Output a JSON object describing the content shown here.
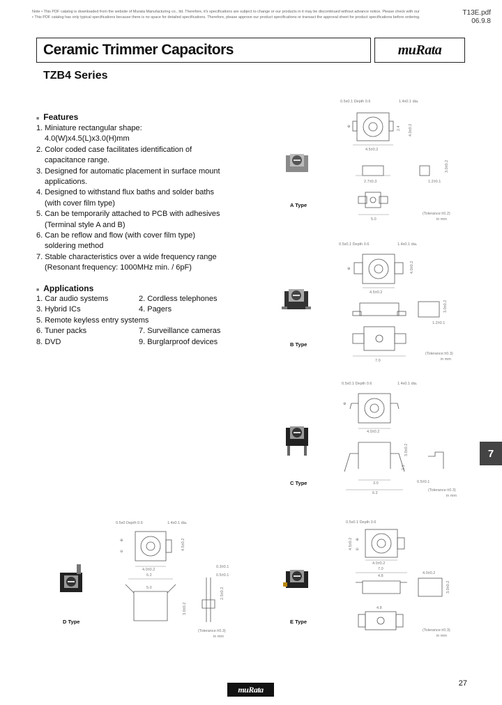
{
  "header": {
    "note_1": "Note • This PDF catalog is downloaded from the website of Murata Manufacturing co., ltd. Therefore, it's specifications are subject to change or our products in it may be discontinued without advance notice. Please check with our",
    "note_2": "• This PDF catalog has only typical specifications because there is no space for detailed specifications. Therefore, please approve our product specifications or transact the approval sheet for product specifications before ordering.",
    "file_name": "T13E.pdf",
    "date": "06.9.8"
  },
  "title": "Ceramic Trimmer Capacitors",
  "brand": "muRata",
  "series": "TZB4 Series",
  "features": {
    "heading": "Features",
    "lines": [
      "1. Miniature rectangular shape:",
      "4.0(W)x4.5(L)x3.0(H)mm",
      "2. Color coded case facilitates identification of",
      "capacitance range.",
      "3. Designed for automatic placement in surface mount",
      "applications.",
      "4. Designed to withstand flux baths and solder baths",
      "(with cover film type)",
      "5. Can be temporarily attached to PCB with adhesives",
      "(Terminal style A and B)",
      "6. Can be reflow and flow (with cover film type)",
      "soldering method",
      "7. Stable characteristics over a wide frequency range",
      "(Resonant frequency: 1000MHz min. / 6pF)"
    ]
  },
  "applications": {
    "heading": "Applications",
    "rows": [
      [
        "1. Car audio systems",
        "2. Cordless telephones"
      ],
      [
        "3. Hybrid ICs",
        "4. Pagers"
      ],
      [
        "5. Remote keyless entry systems",
        ""
      ],
      [
        "6. Tuner packs",
        "7. Surveillance cameras"
      ],
      [
        "8. DVD",
        "9. Burglarproof devices"
      ]
    ]
  },
  "types": {
    "a": {
      "label": "A Type",
      "dims": [
        "0.5x0.1 Depth 0.6",
        "1.4x0.1 dia.",
        "2.4",
        "4.0±0.2",
        "4.5±0.2",
        "2.7±0.3",
        "1.2±0.1",
        "3.0±0.2",
        "5.0"
      ],
      "tol": "(Tolerance:±0.2)",
      "unit": "in mm"
    },
    "b": {
      "label": "B Type",
      "dims": [
        "0.5x0.1 Depth 0.6",
        "1.4x0.1 dia.",
        "4.0±0.2",
        "4.5±0.2",
        "3.0±0.2",
        "1.2±0.1",
        "7.0"
      ],
      "tol": "(Tolerance:±0.3)",
      "unit": "in mm"
    },
    "c": {
      "label": "C Type",
      "dims": [
        "0.5x0.1 Depth 0.6",
        "1.4x0.1 dia.",
        "4.0±0.2",
        "3.0±0.2",
        "2.3",
        "3.0",
        "6.2",
        "0.5±0.1"
      ],
      "tol": "(Tolerance:±0.3)",
      "unit": "in mm"
    },
    "d": {
      "label": "D Type",
      "dims": [
        "0.5x0 Depth 0.6",
        "1.4x0.1 dia.",
        "4.5±0.2",
        "4.0±0.2",
        "6.2",
        "5.0",
        "3.0±0.2",
        "0.5±0.1",
        "0.3±0.1",
        "2.5±0.2"
      ],
      "tol": "(Tolerance:±0.3)",
      "unit": "in mm"
    },
    "e": {
      "label": "E Type",
      "dims": [
        "0.5x0.1 Depth 0.6",
        "4.5±0.2",
        "4.0±0.2",
        "7.0",
        "4.8",
        "4.0±0.2",
        "3.0±0.2",
        "4.8"
      ],
      "tol": "(Tolerance:±0.3)",
      "unit": "in mm"
    }
  },
  "side_tab": "7",
  "page_number": "27",
  "footer_brand": "muRata"
}
